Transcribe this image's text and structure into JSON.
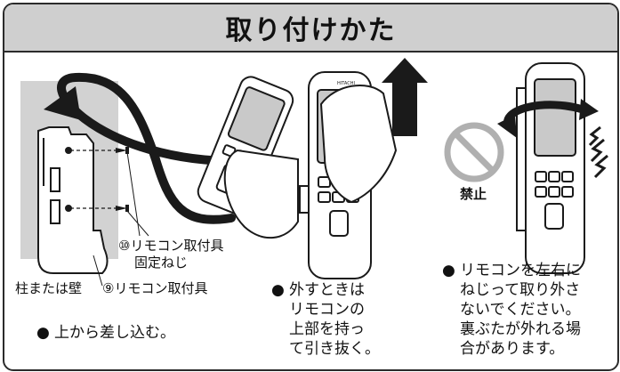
{
  "title": "取り付けかた",
  "left_panel": {
    "label_screw_line1": "⑩リモコン取付具",
    "label_screw_line2": "固定ねじ",
    "label_wall": "柱または壁",
    "label_bracket": "⑨リモコン取付具",
    "instruction": "上から差し込む。"
  },
  "middle_panel": {
    "instruction_lines": [
      "外すときは",
      "リモコンの",
      "上部を持っ",
      "て引き抜く。"
    ],
    "brand_mark": "HITACHI"
  },
  "right_panel": {
    "prohibited_label": "禁止",
    "instruction_lines": [
      "リモコンを左右に",
      "ねじって取り外さ",
      "ないでください。",
      "裏ぶたが外れる場",
      "合があります。"
    ]
  },
  "bullet_symbol": "●",
  "colors": {
    "wall": "#d2d2d2",
    "title_bg": "#cfcfcf",
    "ink": "#1a1a1a",
    "screen": "#c9c9c9"
  },
  "icons": [
    "curved-arrow-icon",
    "up-arrow-icon",
    "prohibited-icon",
    "twist-arrow-icon",
    "vibration-icon"
  ]
}
